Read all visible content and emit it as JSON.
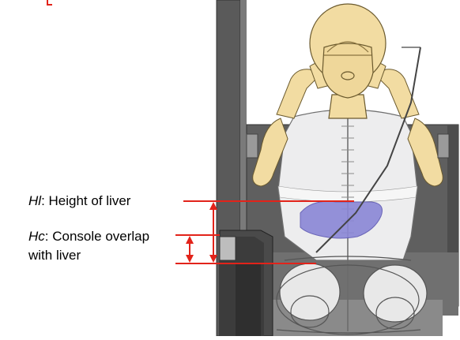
{
  "labels": {
    "hl_symbol": "Hl",
    "hl_text": ": Height of liver",
    "hc_symbol": "Hc",
    "hc_text": ": Console overlap",
    "hc_text_line2": "with liver"
  },
  "colors": {
    "annotation": "#e2231a",
    "liver": "#8a86d6",
    "skin": "#f2dca2",
    "skin_outline": "#6b5a2e",
    "seat_frame": "#595959",
    "seat_frame_dark": "#3b3b3b",
    "torso": "#e9e9ea",
    "outline": "#555555"
  }
}
